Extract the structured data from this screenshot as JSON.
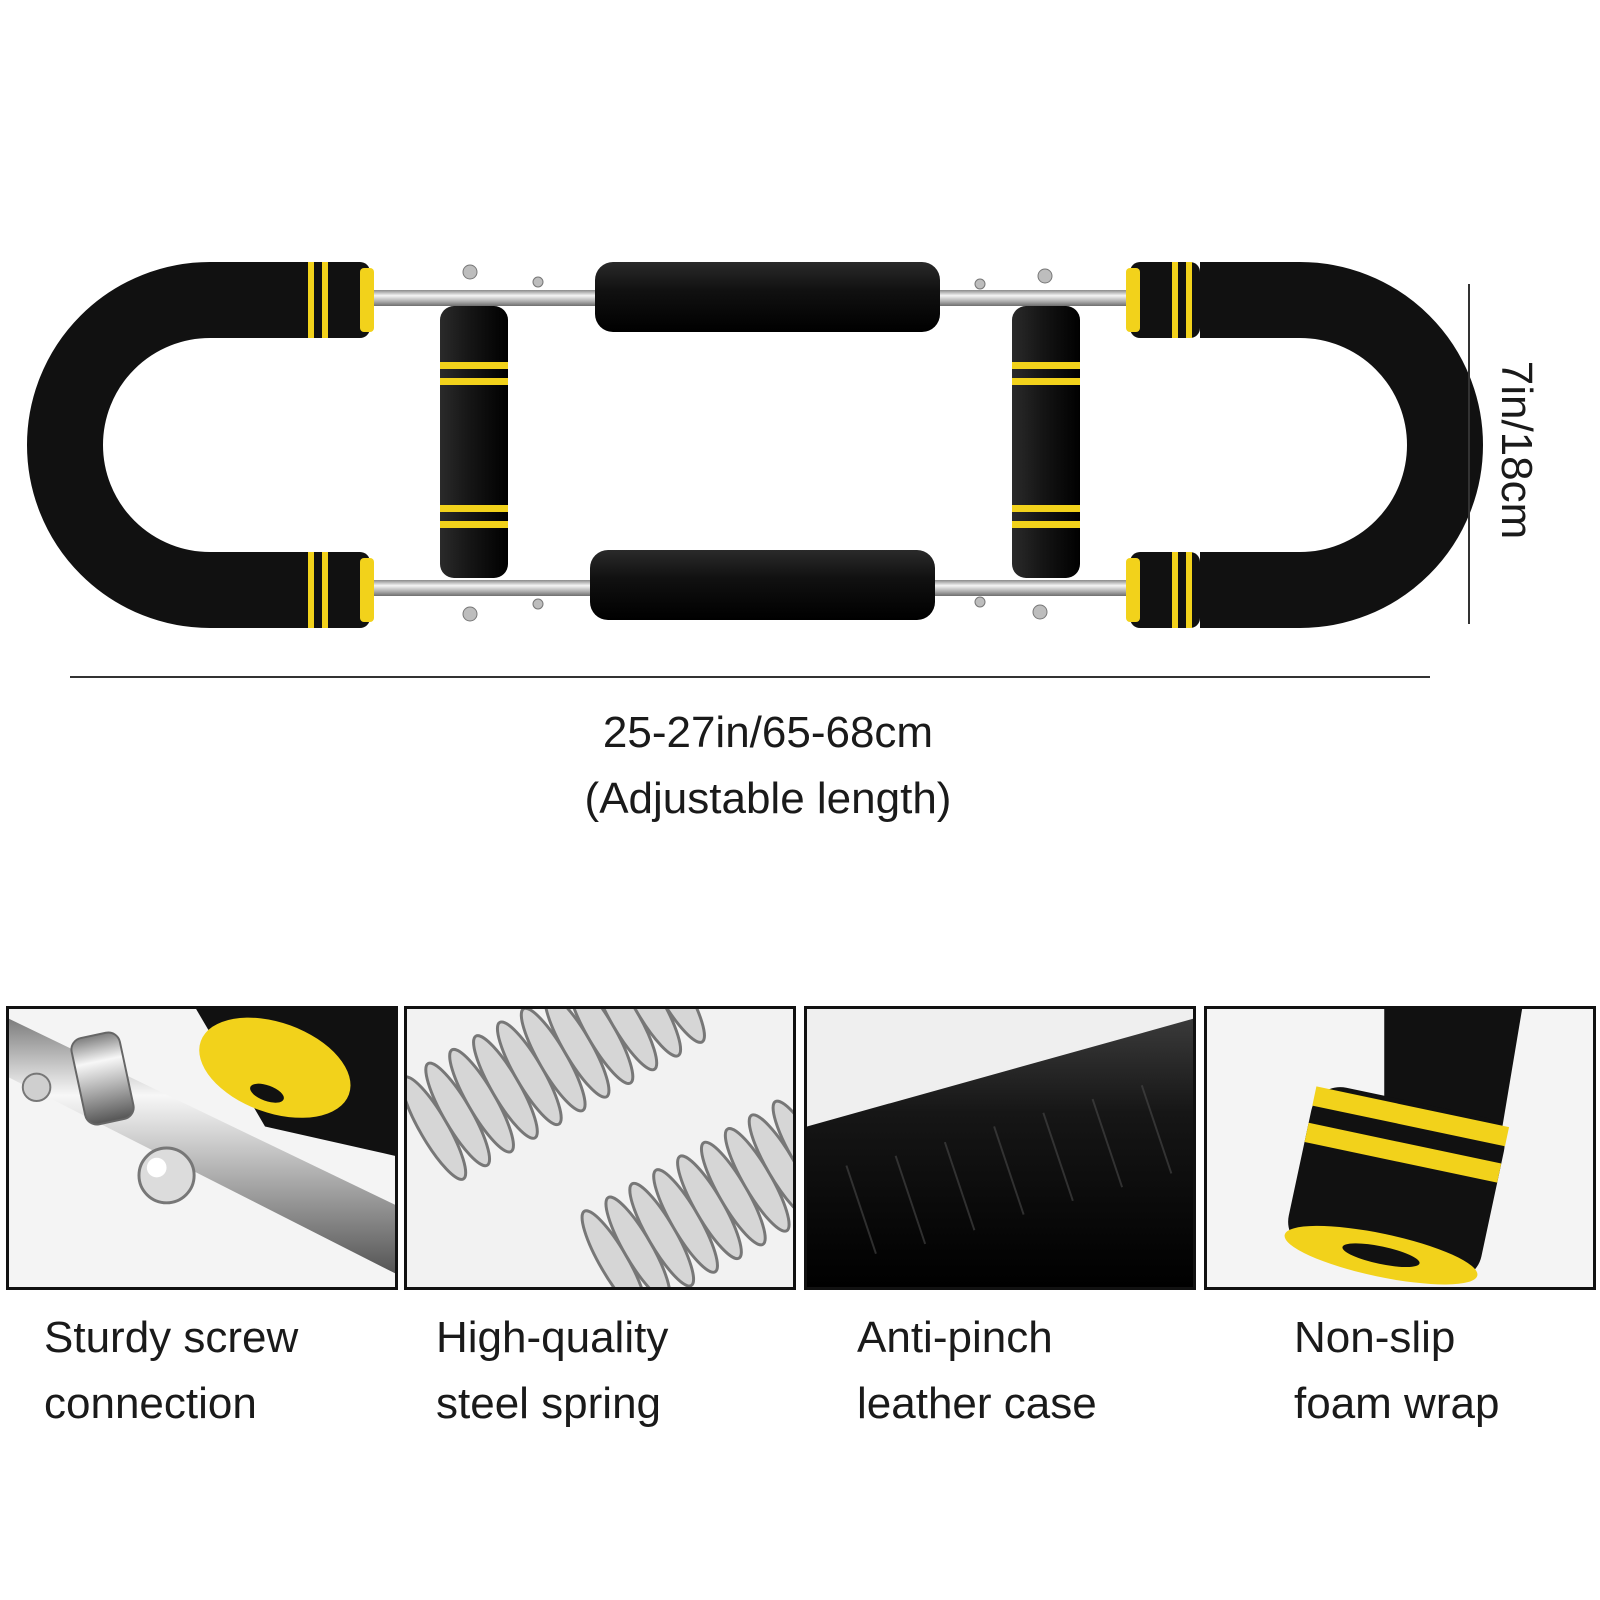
{
  "dimensions": {
    "width_text": "25-27in/65-68cm",
    "width_note": "(Adjustable length)",
    "height_text": "7in/18cm"
  },
  "colors": {
    "foam_black": "#111111",
    "accent_yellow": "#f2d21b",
    "steel": "#c8c8c8"
  },
  "features": [
    {
      "line1": "Sturdy screw",
      "line2": "connection",
      "icon": "screw-connection-closeup"
    },
    {
      "line1": "High-quality",
      "line2": "steel spring",
      "icon": "steel-spring-closeup"
    },
    {
      "line1": "Anti-pinch",
      "line2": "leather case",
      "icon": "leather-case-closeup"
    },
    {
      "line1": "Non-slip",
      "line2": "foam wrap",
      "icon": "foam-wrap-closeup"
    }
  ]
}
